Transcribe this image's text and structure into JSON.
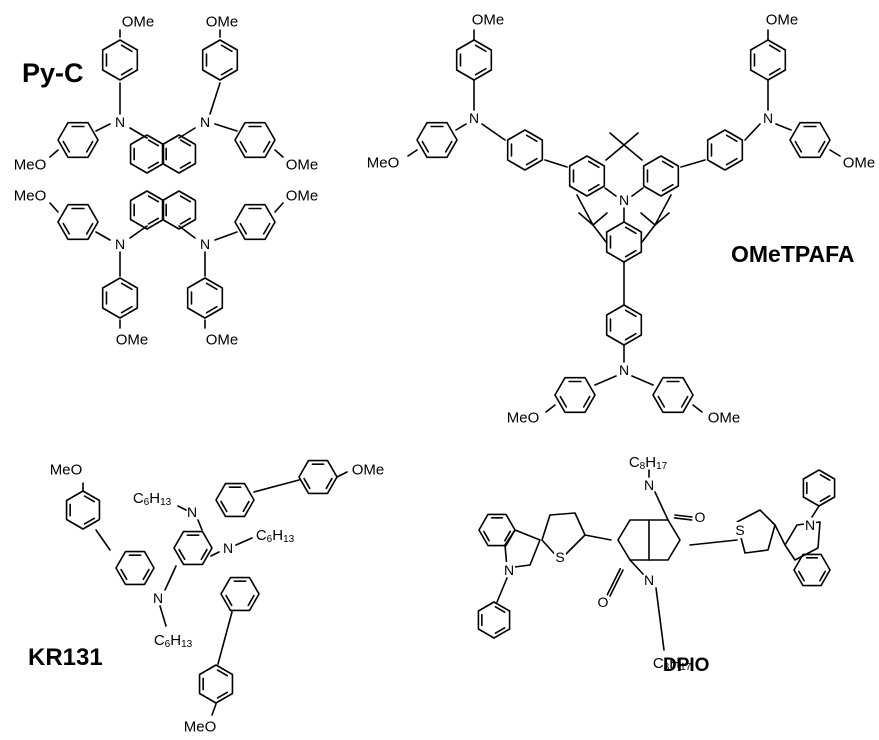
{
  "compounds": [
    {
      "id": "pyc",
      "name": "Py-C"
    },
    {
      "id": "ometpafa",
      "name": "OMeTPAFA"
    },
    {
      "id": "kr131",
      "name": "KR131"
    },
    {
      "id": "dpio",
      "name": "DPIO"
    }
  ],
  "atom_labels": {
    "ome": "OMe",
    "meo": "MeO",
    "n": "N",
    "s": "S",
    "o": "O",
    "c6h13": [
      "C",
      "6",
      "H",
      "13"
    ],
    "c8h17": [
      "C",
      "8",
      "H",
      "17"
    ]
  }
}
